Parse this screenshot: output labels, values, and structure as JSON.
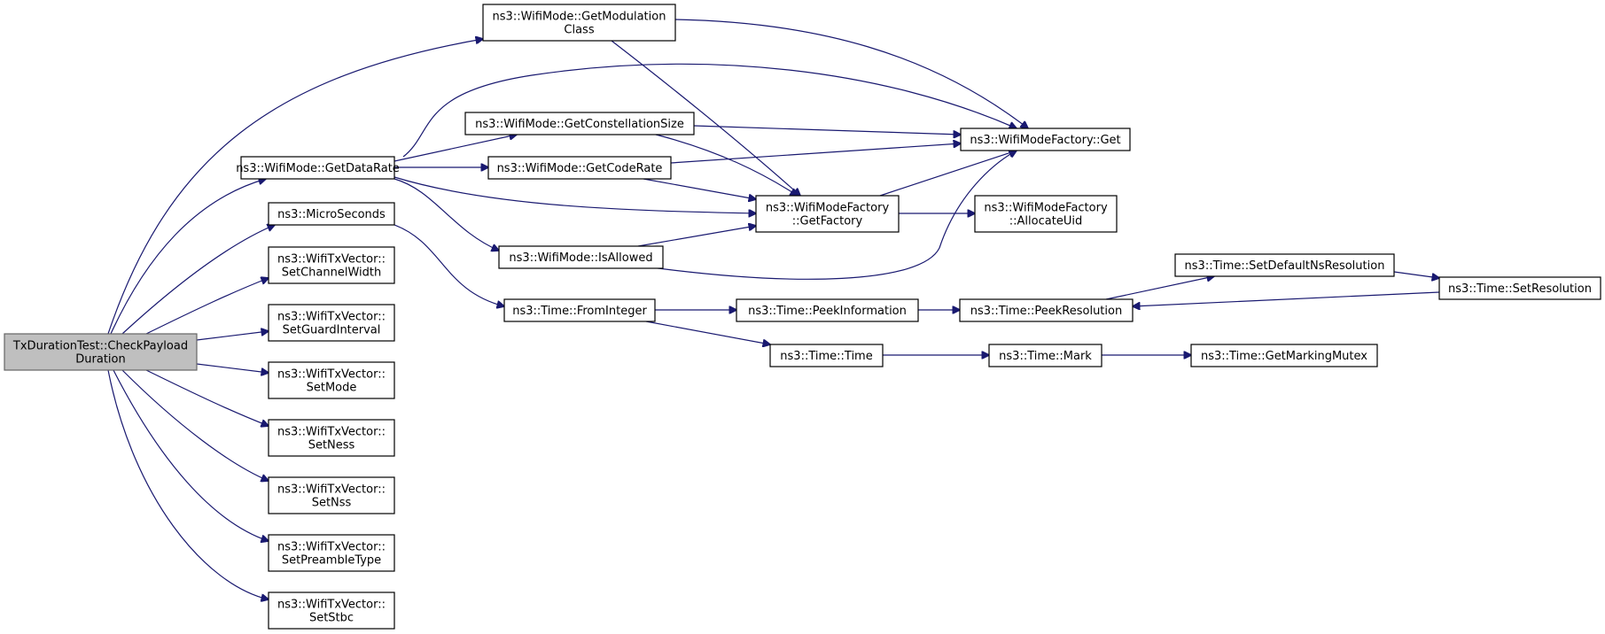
{
  "nodes": {
    "root": [
      "TxDurationTest::CheckPayload",
      "Duration"
    ],
    "getModulationClass": [
      "ns3::WifiMode::GetModulation",
      "Class"
    ],
    "getDataRate": [
      "ns3::WifiMode::GetDataRate"
    ],
    "microSeconds": [
      "ns3::MicroSeconds"
    ],
    "setChannelWidth": [
      "ns3::WifiTxVector::",
      "SetChannelWidth"
    ],
    "setGuardInterval": [
      "ns3::WifiTxVector::",
      "SetGuardInterval"
    ],
    "setMode": [
      "ns3::WifiTxVector::",
      "SetMode"
    ],
    "setNess": [
      "ns3::WifiTxVector::",
      "SetNess"
    ],
    "setNss": [
      "ns3::WifiTxVector::",
      "SetNss"
    ],
    "setPreambleType": [
      "ns3::WifiTxVector::",
      "SetPreambleType"
    ],
    "setStbc": [
      "ns3::WifiTxVector::",
      "SetStbc"
    ],
    "getConstellationSize": [
      "ns3::WifiMode::GetConstellationSize"
    ],
    "getCodeRate": [
      "ns3::WifiMode::GetCodeRate"
    ],
    "isAllowed": [
      "ns3::WifiMode::IsAllowed"
    ],
    "factoryGet": [
      "ns3::WifiModeFactory::Get"
    ],
    "getFactory": [
      "ns3::WifiModeFactory",
      "::GetFactory"
    ],
    "allocateUid": [
      "ns3::WifiModeFactory",
      "::AllocateUid"
    ],
    "fromInteger": [
      "ns3::Time::FromInteger"
    ],
    "peekInformation": [
      "ns3::Time::PeekInformation"
    ],
    "peekResolution": [
      "ns3::Time::PeekResolution"
    ],
    "setDefaultNsResolution": [
      "ns3::Time::SetDefaultNsResolution"
    ],
    "setResolution": [
      "ns3::Time::SetResolution"
    ],
    "time": [
      "ns3::Time::Time"
    ],
    "mark": [
      "ns3::Time::Mark"
    ],
    "getMarkingMutex": [
      "ns3::Time::GetMarkingMutex"
    ]
  },
  "edges": [
    [
      "root",
      "getModulationClass"
    ],
    [
      "root",
      "getDataRate"
    ],
    [
      "root",
      "microSeconds"
    ],
    [
      "root",
      "setChannelWidth"
    ],
    [
      "root",
      "setGuardInterval"
    ],
    [
      "root",
      "setMode"
    ],
    [
      "root",
      "setNess"
    ],
    [
      "root",
      "setNss"
    ],
    [
      "root",
      "setPreambleType"
    ],
    [
      "root",
      "setStbc"
    ],
    [
      "getModulationClass",
      "factoryGet"
    ],
    [
      "getModulationClass",
      "getFactory"
    ],
    [
      "getDataRate",
      "factoryGet"
    ],
    [
      "getDataRate",
      "getConstellationSize"
    ],
    [
      "getDataRate",
      "getCodeRate"
    ],
    [
      "getDataRate",
      "getFactory"
    ],
    [
      "getDataRate",
      "isAllowed"
    ],
    [
      "getConstellationSize",
      "factoryGet"
    ],
    [
      "getConstellationSize",
      "getFactory"
    ],
    [
      "getCodeRate",
      "factoryGet"
    ],
    [
      "getCodeRate",
      "getFactory"
    ],
    [
      "isAllowed",
      "getFactory"
    ],
    [
      "isAllowed",
      "factoryGet"
    ],
    [
      "getFactory",
      "factoryGet"
    ],
    [
      "getFactory",
      "allocateUid"
    ],
    [
      "microSeconds",
      "fromInteger"
    ],
    [
      "fromInteger",
      "peekInformation"
    ],
    [
      "fromInteger",
      "time"
    ],
    [
      "peekInformation",
      "peekResolution"
    ],
    [
      "peekResolution",
      "setDefaultNsResolution"
    ],
    [
      "setDefaultNsResolution",
      "setResolution"
    ],
    [
      "setResolution",
      "peekResolution"
    ],
    [
      "time",
      "mark"
    ],
    [
      "mark",
      "getMarkingMutex"
    ]
  ],
  "colors": {
    "edge": "#191970",
    "root_fill": "#bfbfbf",
    "root_stroke": "#666666",
    "node_fill": "#ffffff",
    "node_stroke": "#000000"
  }
}
